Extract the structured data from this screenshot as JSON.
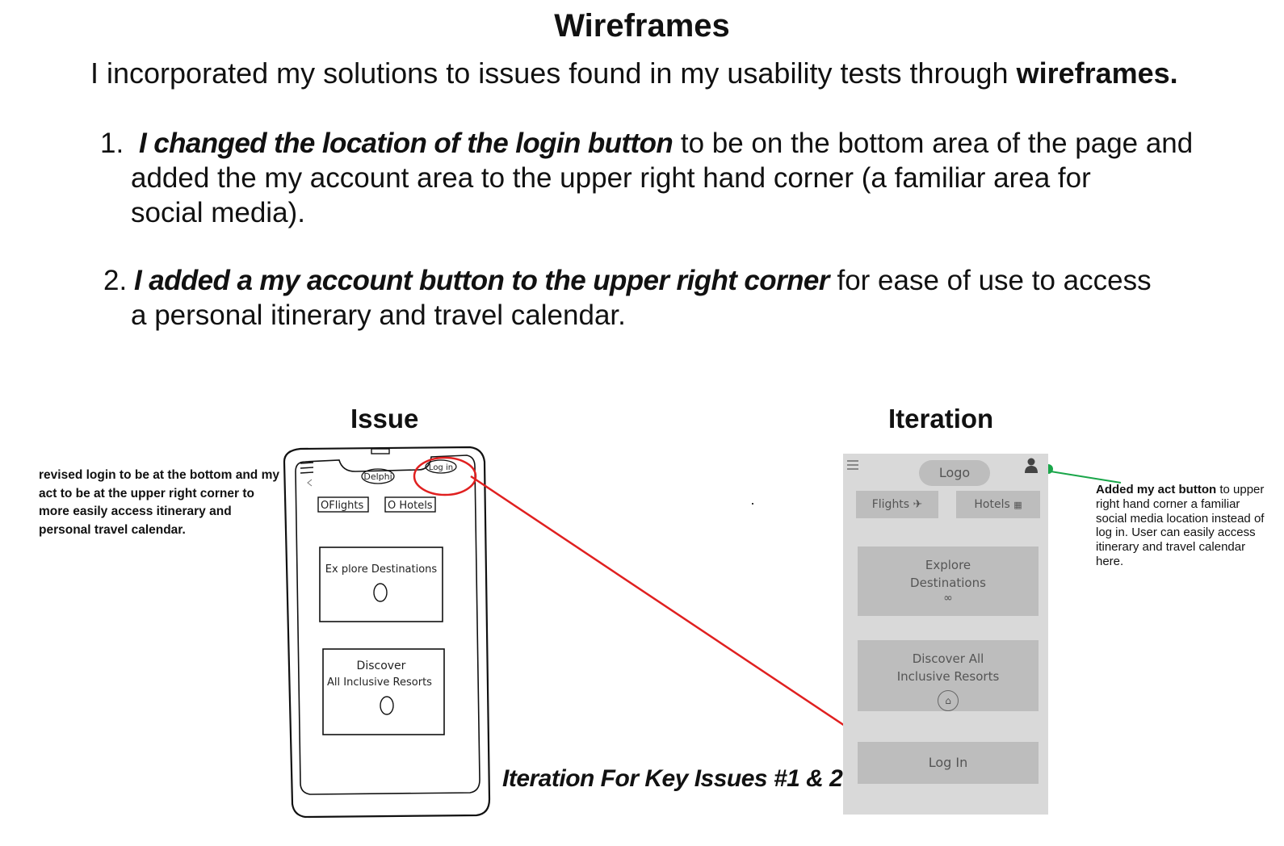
{
  "title": "Wireframes",
  "intro": {
    "text": "I incorporated my solutions to issues found in my usability tests through ",
    "bold": "wireframes."
  },
  "points": [
    {
      "number": "1.",
      "emphasis": "I changed the location of the login button",
      "line1_rest": " to be on the bottom area of the page and",
      "line2": "added the my account area to the upper right hand corner (a familiar area  for",
      "line3": "social media)."
    },
    {
      "number": "2.",
      "emphasis": "I added a my account button to the upper right corner",
      "line1_rest": " for ease of use to access",
      "line2": "a personal itinerary and travel calendar."
    }
  ],
  "issue_label": "Issue",
  "iteration_label": "Iteration",
  "left_note": "revised login to be at the bottom and my act to be at the upper right corner to more easily access itinerary and personal travel calendar.",
  "sketch": {
    "brand": "Delphi",
    "login": "Log in",
    "flights": "OFlights",
    "hotels": "O Hotels",
    "explore": "Ex plore  Destinations",
    "discover_line1": "Discover",
    "discover_line2": "All  Inclusive Resorts"
  },
  "iteration": {
    "logo": "Logo",
    "flights": "Flights",
    "hotels": "Hotels",
    "explore_line1": "Explore",
    "explore_line2": "Destinations",
    "discover_line1": "Discover All",
    "discover_line2": "Inclusive Resorts",
    "login": "Log In",
    "indicator_color": "#1aa64a"
  },
  "right_note": {
    "bold": "Added my act button",
    "text": " to upper right hand corner a familiar social media location instead of log in. User can easily access itinerary and travel calendar here."
  },
  "caption": "Iteration For Key Issues #1 & 2",
  "arrow_color": "#e02020"
}
